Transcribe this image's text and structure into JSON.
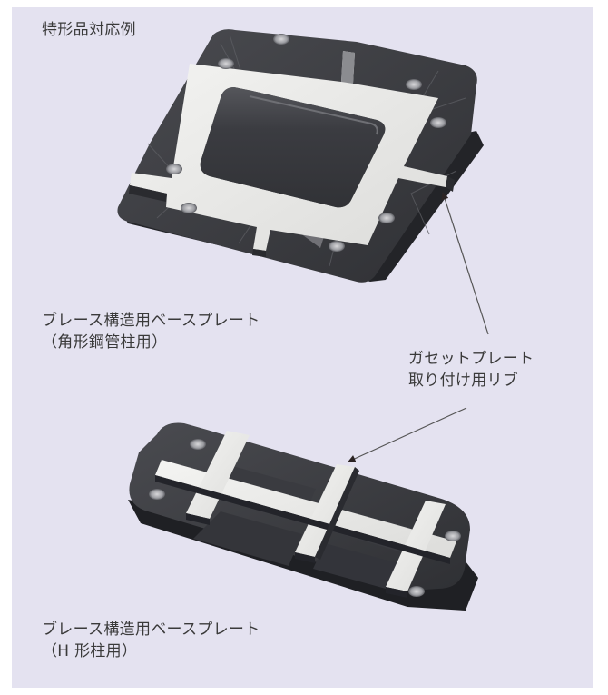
{
  "panel": {
    "background": "#e4e2f0",
    "title": "特形品対応例"
  },
  "figures": [
    {
      "name": "square-tube-base-plate",
      "caption_line1": "ブレース構造用ベースプレート",
      "caption_line2": "（角形鋼管柱用）"
    },
    {
      "name": "h-column-base-plate",
      "caption_line1": "ブレース構造用ベースプレート",
      "caption_line2": "（H 形柱用）"
    }
  ],
  "callout": {
    "line1": "ガセットプレート",
    "line2": "取り付け用リブ"
  },
  "colors": {
    "plate_dark": "#3c3d42",
    "rib_light": "#ececea",
    "text": "#3a3a3a"
  }
}
